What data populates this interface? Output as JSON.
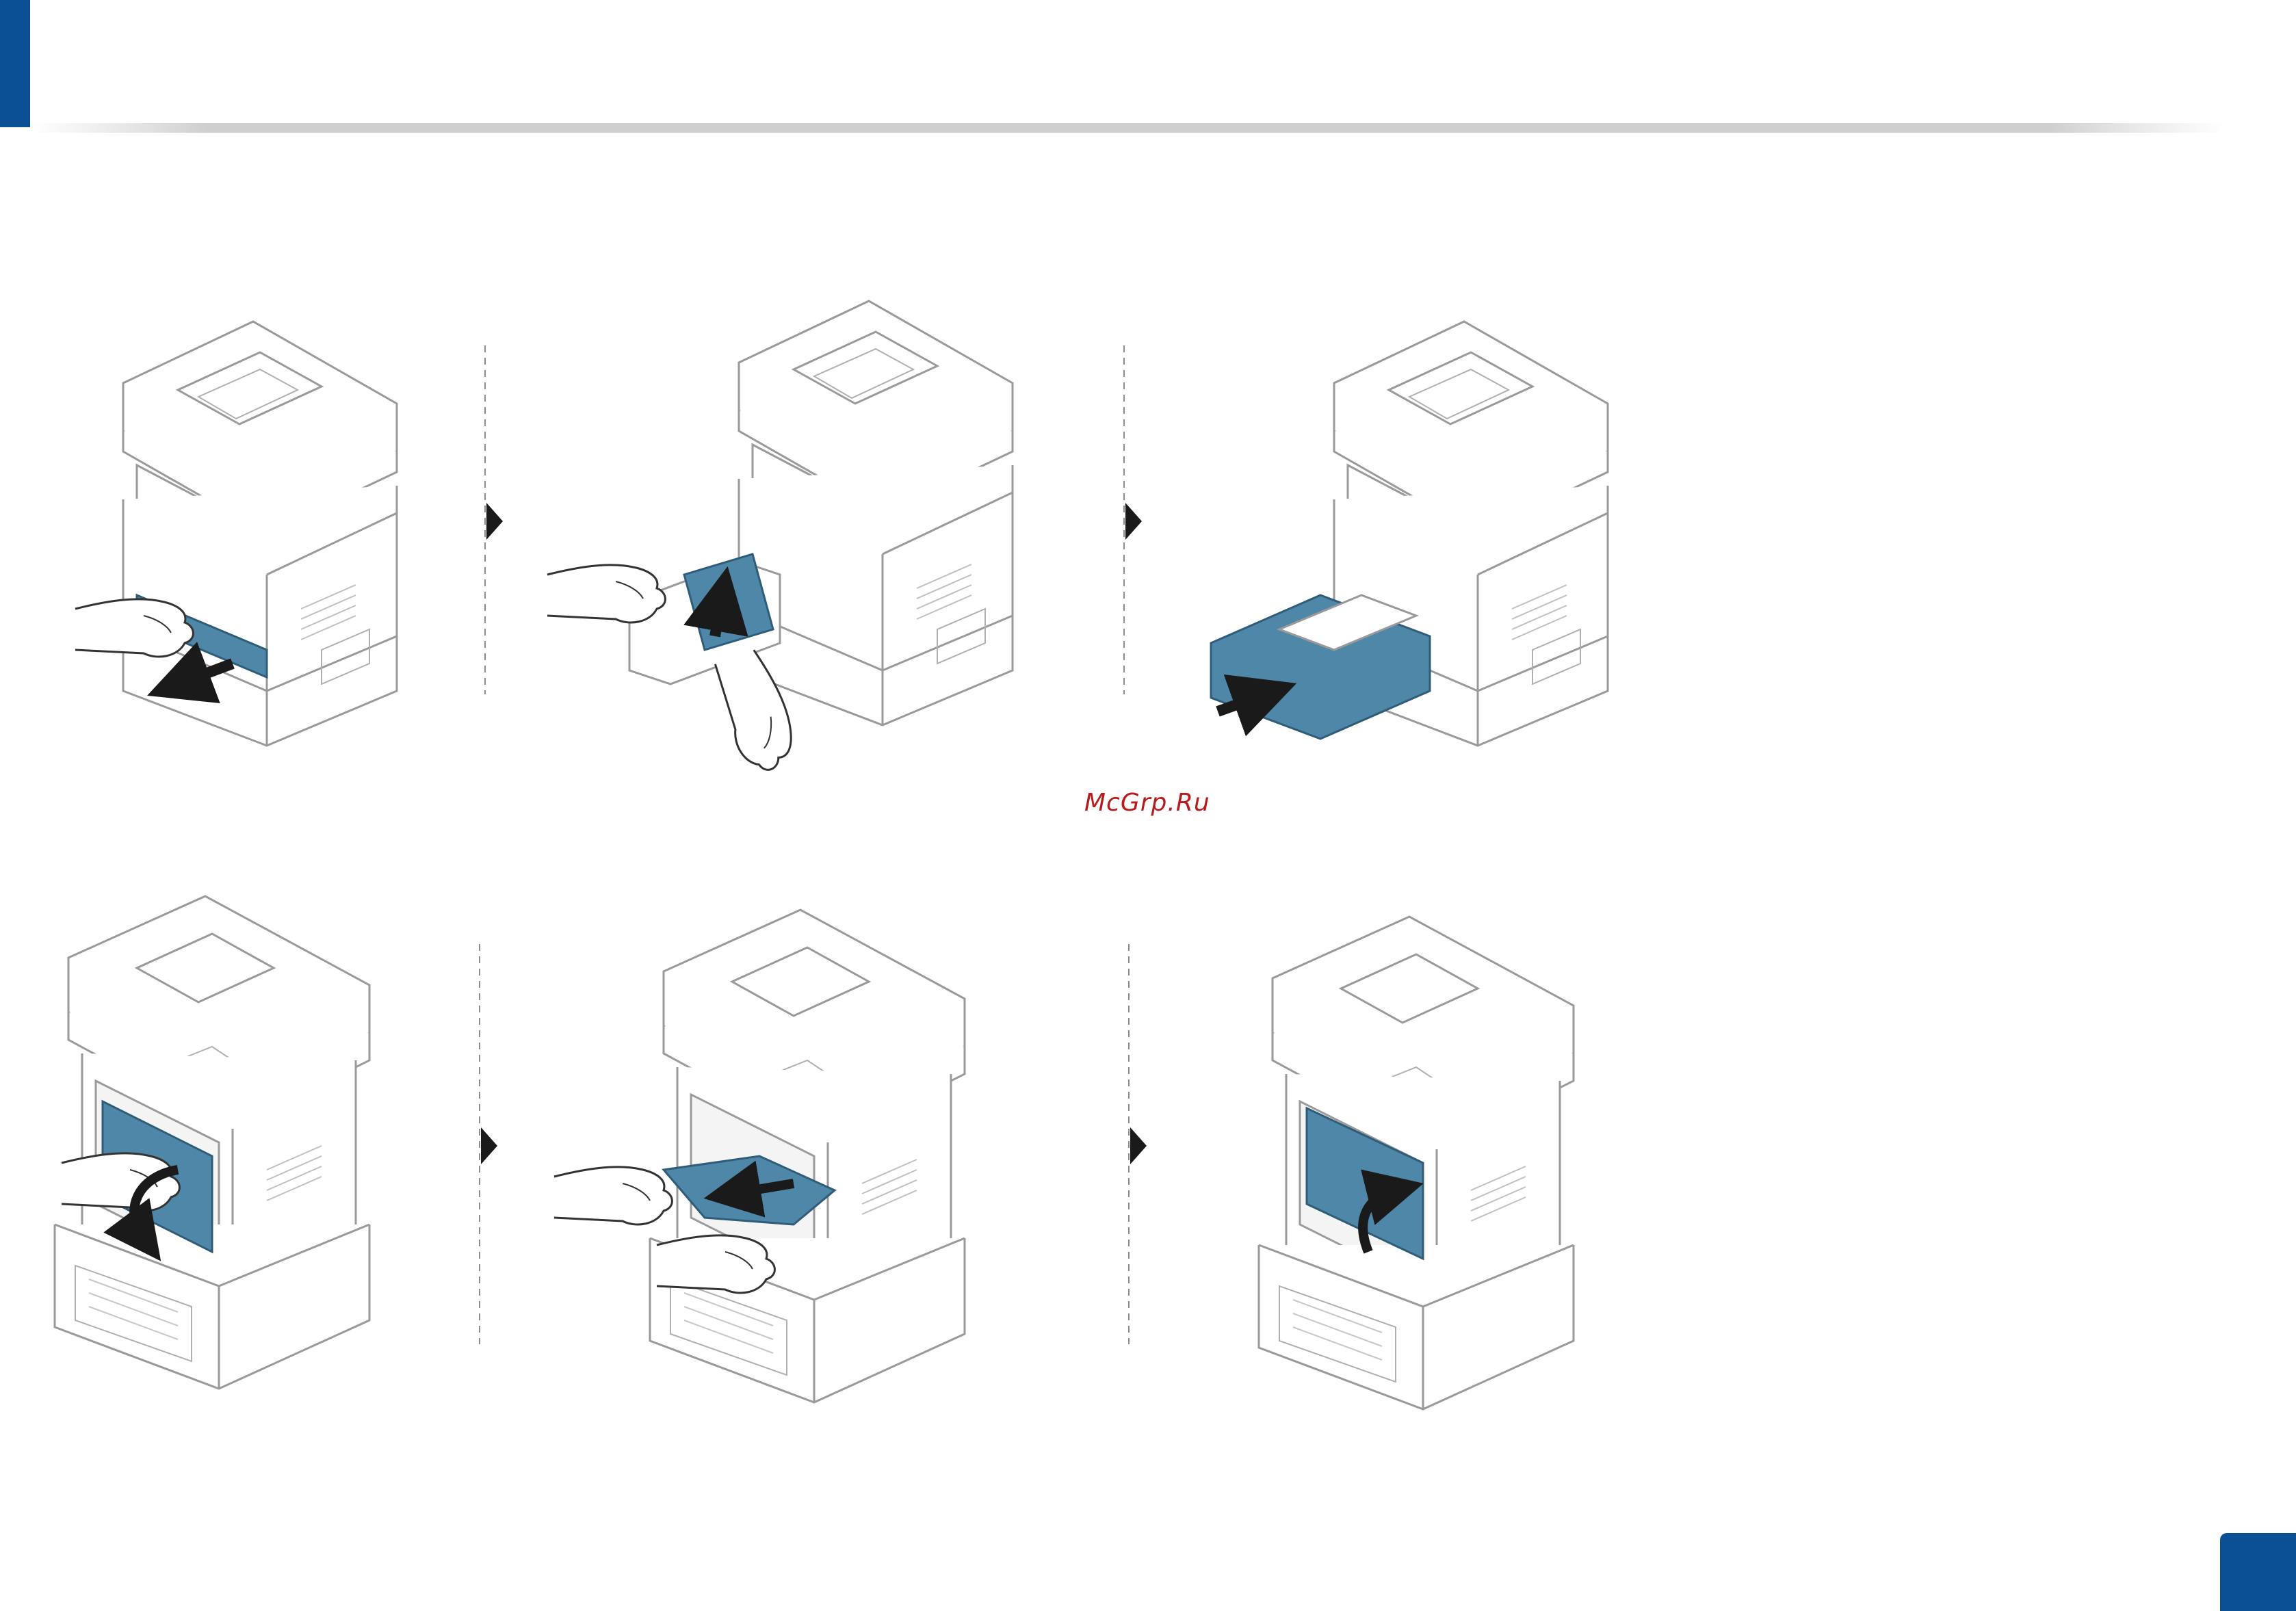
{
  "document": {
    "watermark": "McGrp.Ru"
  },
  "colors": {
    "accent": "#0b4f94",
    "paper_highlight": "#4f87a8",
    "illustration_line": "#9a9a9a",
    "hand_line": "#333333",
    "arrow": "#1a1a1a",
    "watermark": "#b71c1c"
  },
  "figures": {
    "row1": [
      {
        "step": 1,
        "action": "pull-tray-out"
      },
      {
        "step": 2,
        "action": "remove-jammed-paper-upward"
      },
      {
        "step": 3,
        "action": "insert-tray"
      }
    ],
    "row2": [
      {
        "step": 1,
        "action": "open-rear-cover"
      },
      {
        "step": 2,
        "action": "remove-jammed-paper"
      },
      {
        "step": 3,
        "action": "close-rear-cover"
      }
    ]
  }
}
